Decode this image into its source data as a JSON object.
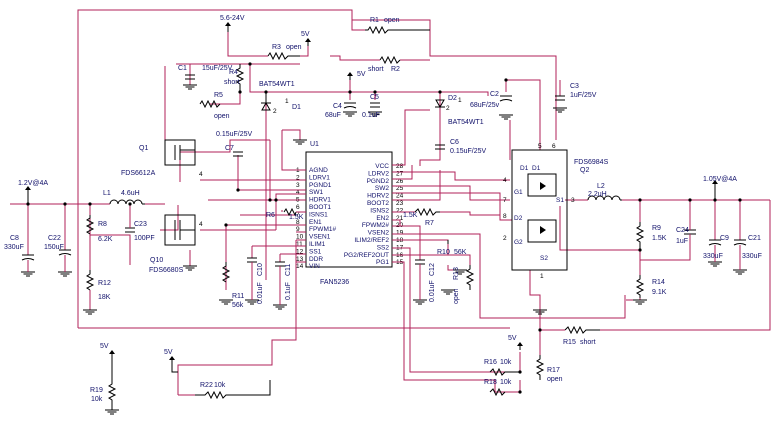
{
  "supply": {
    "vin": "5.6-24V",
    "v5_top": "5V",
    "v5_mid": "5V",
    "v5_r16": "5V",
    "v5_r19": "5V",
    "v5_r22": "5V"
  },
  "outputs": {
    "left": "1.2V@4A",
    "right": "1.05V@4A"
  },
  "ic": {
    "ref": "U1",
    "part": "FAN5236",
    "left_pins": [
      {
        "num": "1",
        "name": "AGND"
      },
      {
        "num": "2",
        "name": "LDRV1"
      },
      {
        "num": "3",
        "name": "PGND1"
      },
      {
        "num": "4",
        "name": "SW1"
      },
      {
        "num": "5",
        "name": "HDRV1"
      },
      {
        "num": "6",
        "name": "BOOT1"
      },
      {
        "num": "7",
        "name": "ISNS1"
      },
      {
        "num": "8",
        "name": "EN1"
      },
      {
        "num": "9",
        "name": "FPWM1#"
      },
      {
        "num": "10",
        "name": "VSEN1"
      },
      {
        "num": "11",
        "name": "ILIM1"
      },
      {
        "num": "12",
        "name": "SS1"
      },
      {
        "num": "13",
        "name": "DDR"
      },
      {
        "num": "14",
        "name": "VIN"
      }
    ],
    "right_pins": [
      {
        "num": "28",
        "name": "VCC"
      },
      {
        "num": "27",
        "name": "LDRV2"
      },
      {
        "num": "26",
        "name": "PGND2"
      },
      {
        "num": "25",
        "name": "SW2"
      },
      {
        "num": "24",
        "name": "HDRV2"
      },
      {
        "num": "23",
        "name": "BOOT2"
      },
      {
        "num": "22",
        "name": "ISNS2"
      },
      {
        "num": "21",
        "name": "EN2"
      },
      {
        "num": "20",
        "name": "FPWM2#"
      },
      {
        "num": "19",
        "name": "VSEN2"
      },
      {
        "num": "18",
        "name": "ILIM2/REF2"
      },
      {
        "num": "17",
        "name": "SS2"
      },
      {
        "num": "16",
        "name": "PG2/REF2OUT"
      },
      {
        "num": "15",
        "name": "PG1"
      }
    ]
  },
  "components": {
    "R1": {
      "ref": "R1",
      "value": "open"
    },
    "R2": {
      "ref": "R2",
      "value": "short"
    },
    "R3": {
      "ref": "R3",
      "value": "open"
    },
    "R4": {
      "ref": "R4",
      "value": "short"
    },
    "R5": {
      "ref": "R5",
      "value": "open"
    },
    "R6": {
      "ref": "R6",
      "value": "1.5K"
    },
    "R7": {
      "ref": "R7",
      "value": "1.5K"
    },
    "R8": {
      "ref": "R8",
      "value": "6.2K"
    },
    "R9": {
      "ref": "R9",
      "value": "1.5K"
    },
    "R10": {
      "ref": "R10",
      "value": "56K"
    },
    "R11": {
      "ref": "R11",
      "value": "56k"
    },
    "R12": {
      "ref": "R12",
      "value": "18K"
    },
    "R13": {
      "ref": "R13",
      "value": "open"
    },
    "R14": {
      "ref": "R14",
      "value": "9.1K"
    },
    "R15": {
      "ref": "R15",
      "value": "short"
    },
    "R16": {
      "ref": "R16",
      "value": "10k"
    },
    "R17": {
      "ref": "R17",
      "value": "open"
    },
    "R18": {
      "ref": "R18",
      "value": "10k"
    },
    "R19": {
      "ref": "R19",
      "value": "10k"
    },
    "R22": {
      "ref": "R22",
      "value": "10k"
    },
    "C1": {
      "ref": "C1",
      "value": "15uF/25V"
    },
    "C2": {
      "ref": "C2",
      "value": "68uF/25v"
    },
    "C3": {
      "ref": "C3",
      "value": "1uF/25V"
    },
    "C4": {
      "ref": "C4",
      "value": "68uF"
    },
    "C5": {
      "ref": "C5",
      "value": "0.1uF"
    },
    "C6": {
      "ref": "C6",
      "value": "0.15uF/25V"
    },
    "C7": {
      "ref": "C7",
      "value": "0.15uF/25V"
    },
    "C8": {
      "ref": "C8",
      "value": "330uF"
    },
    "C9": {
      "ref": "C9",
      "value": "330uF"
    },
    "C10": {
      "ref": "C10",
      "value": "0.01uF"
    },
    "C11": {
      "ref": "C11",
      "value": "0.1uF"
    },
    "C12": {
      "ref": "C12",
      "value": "0.01uF"
    },
    "C21": {
      "ref": "C21",
      "value": "330uF"
    },
    "C22": {
      "ref": "C22",
      "value": "150uF"
    },
    "C23": {
      "ref": "C23",
      "value": "100PF"
    },
    "C24": {
      "ref": "C24",
      "value": "1uF"
    },
    "L1": {
      "ref": "L1",
      "value": "4.6uH"
    },
    "L2": {
      "ref": "L2",
      "value": "2.2uH"
    },
    "D1": {
      "ref": "D1",
      "part": "BAT54WT1"
    },
    "D2": {
      "ref": "D2",
      "part": "BAT54WT1"
    },
    "Q1": {
      "ref": "Q1",
      "part": "FDS6612A"
    },
    "Q10": {
      "ref": "Q10",
      "part": "FDS6680S"
    },
    "Q2": {
      "ref": "Q2",
      "part": "FDS6984S"
    }
  },
  "q2_pins": {
    "d1": "D1",
    "d1b": "D1",
    "g1": "G1",
    "s1": "S1",
    "d2": "D2",
    "g2": "G2",
    "s2": "S2"
  },
  "pin_numbers": [
    "1",
    "2",
    "3",
    "4",
    "5",
    "6",
    "7",
    "8"
  ]
}
